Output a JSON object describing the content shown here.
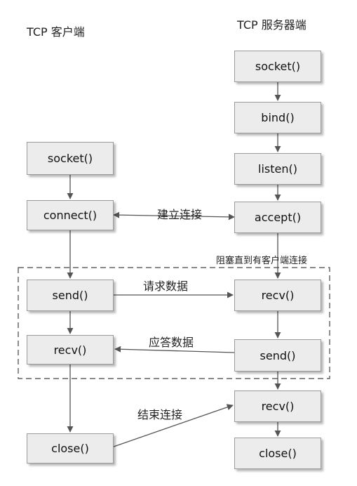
{
  "headers": {
    "client": "TCP 客户端",
    "server": "TCP 服务器端"
  },
  "client": {
    "socket": "socket()",
    "connect": "connect()",
    "send": "send()",
    "recv": "recv()",
    "close": "close()"
  },
  "server": {
    "socket": "socket()",
    "bind": "bind()",
    "listen": "listen()",
    "accept": "accept()",
    "recv1": "recv()",
    "send": "send()",
    "recv2": "recv()",
    "close": "close()"
  },
  "labels": {
    "connect": "建立连接",
    "request": "请求数据",
    "response": "应答数据",
    "close": "结束连接",
    "block": "阻塞直到有客户端连接"
  }
}
